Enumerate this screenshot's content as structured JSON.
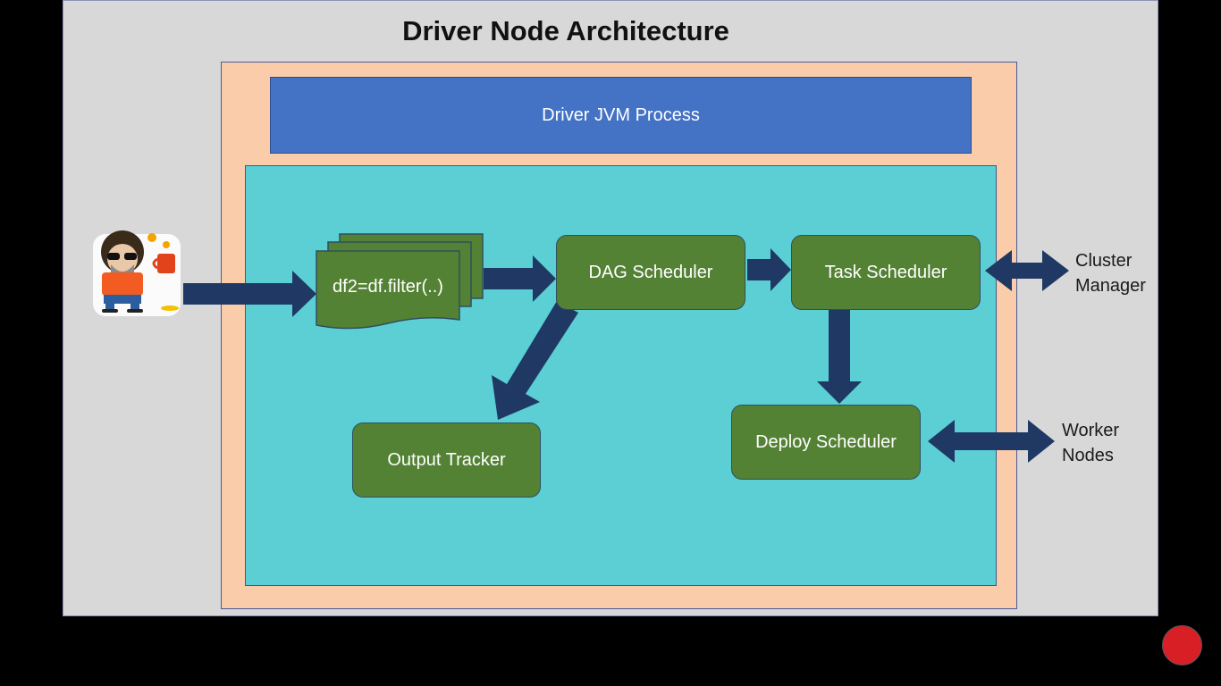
{
  "diagram": {
    "title": "Driver Node Architecture",
    "driver_jvm_label": "Driver JVM Process",
    "code_label": "df2=df.filter(..)",
    "dag_scheduler_label": "DAG Scheduler",
    "task_scheduler_label": "Task Scheduler",
    "output_tracker_label": "Output Tracker",
    "deploy_scheduler_label": "Deploy Scheduler",
    "cluster_manager_label": [
      "Cluster",
      "Manager"
    ],
    "worker_nodes_label": [
      "Worker",
      "Nodes"
    ]
  },
  "colors": {
    "background": "#d8d8d8",
    "outer_container": "#fbcca9",
    "driver_jvm": "#4472c4",
    "inner_container": "#5bcfd4",
    "component": "#548235",
    "arrow": "#1f3864"
  },
  "icons": {
    "user_avatar": "cartoon-person-with-mug",
    "channel_logo": "channel-logo"
  }
}
